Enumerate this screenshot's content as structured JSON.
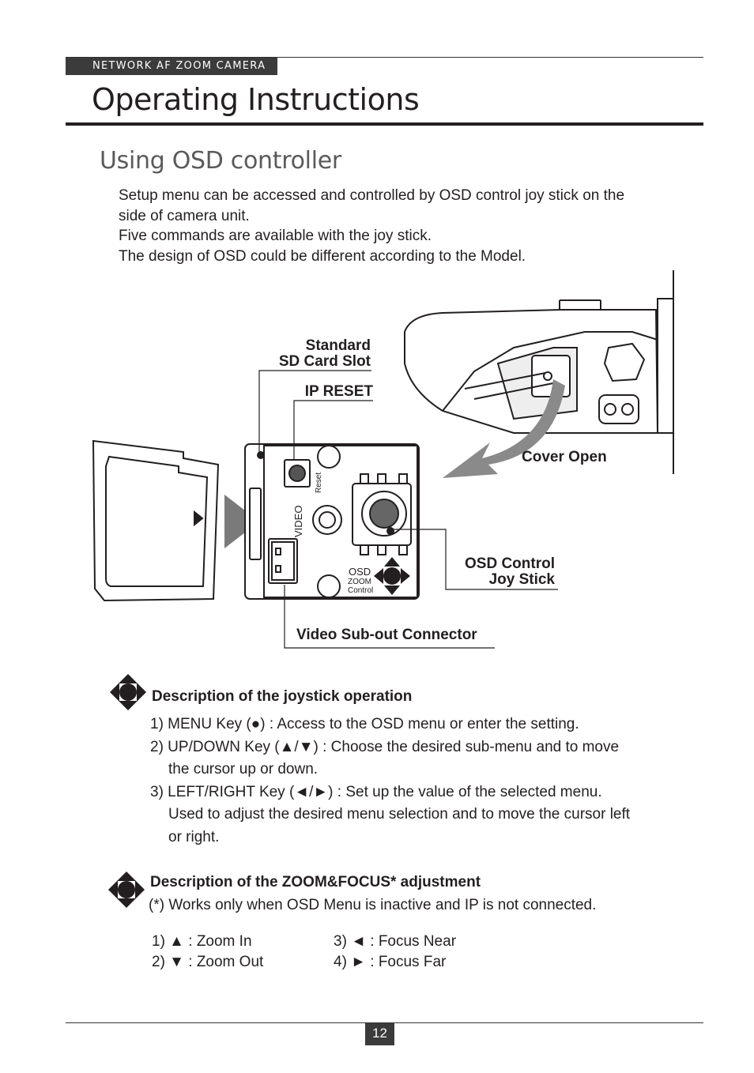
{
  "header": {
    "tag": "NETWORK AF ZOOM CAMERA",
    "title": "Operating Instructions"
  },
  "section": {
    "title": "Using OSD controller",
    "intro": [
      "Setup menu can be accessed and controlled by OSD control joy stick on the",
      "side of camera unit.",
      "Five commands are available with the joy stick.",
      "The design of OSD could be different according to the Model."
    ]
  },
  "diagram": {
    "labels": {
      "sd_slot_line1": "Standard",
      "sd_slot_line2": "SD Card Slot",
      "ip_reset": "IP RESET",
      "cover_open": "Cover Open",
      "osd_line1": "OSD Control",
      "osd_line2": "Joy Stick",
      "video_subout": "Video Sub-out Connector"
    },
    "board_text": {
      "reset": "Reset",
      "video": "VIDEO",
      "osd": "OSD",
      "zoom": "ZOOM",
      "control": "Control"
    }
  },
  "joystick_section": {
    "heading": "Description of the joystick operation",
    "items": [
      "1) MENU Key (●) : Access to the OSD menu or enter the setting.",
      "2) UP/DOWN Key (▲/▼) : Choose the desired sub-menu and to move",
      "the cursor up or down.",
      "3) LEFT/RIGHT Key (◄/►) : Set up the value of the selected menu.",
      "Used to adjust the desired menu selection and to move the cursor left",
      "or right."
    ]
  },
  "zoom_section": {
    "heading": "Description of the ZOOM&FOCUS* adjustment",
    "note": "(*) Works only when OSD Menu is inactive and IP is not connected.",
    "items": [
      "1) ▲ : Zoom In",
      "2) ▼ : Zoom Out",
      "3) ◄ : Focus Near",
      "4) ► : Focus Far"
    ]
  },
  "footer": {
    "page_number": "12"
  }
}
